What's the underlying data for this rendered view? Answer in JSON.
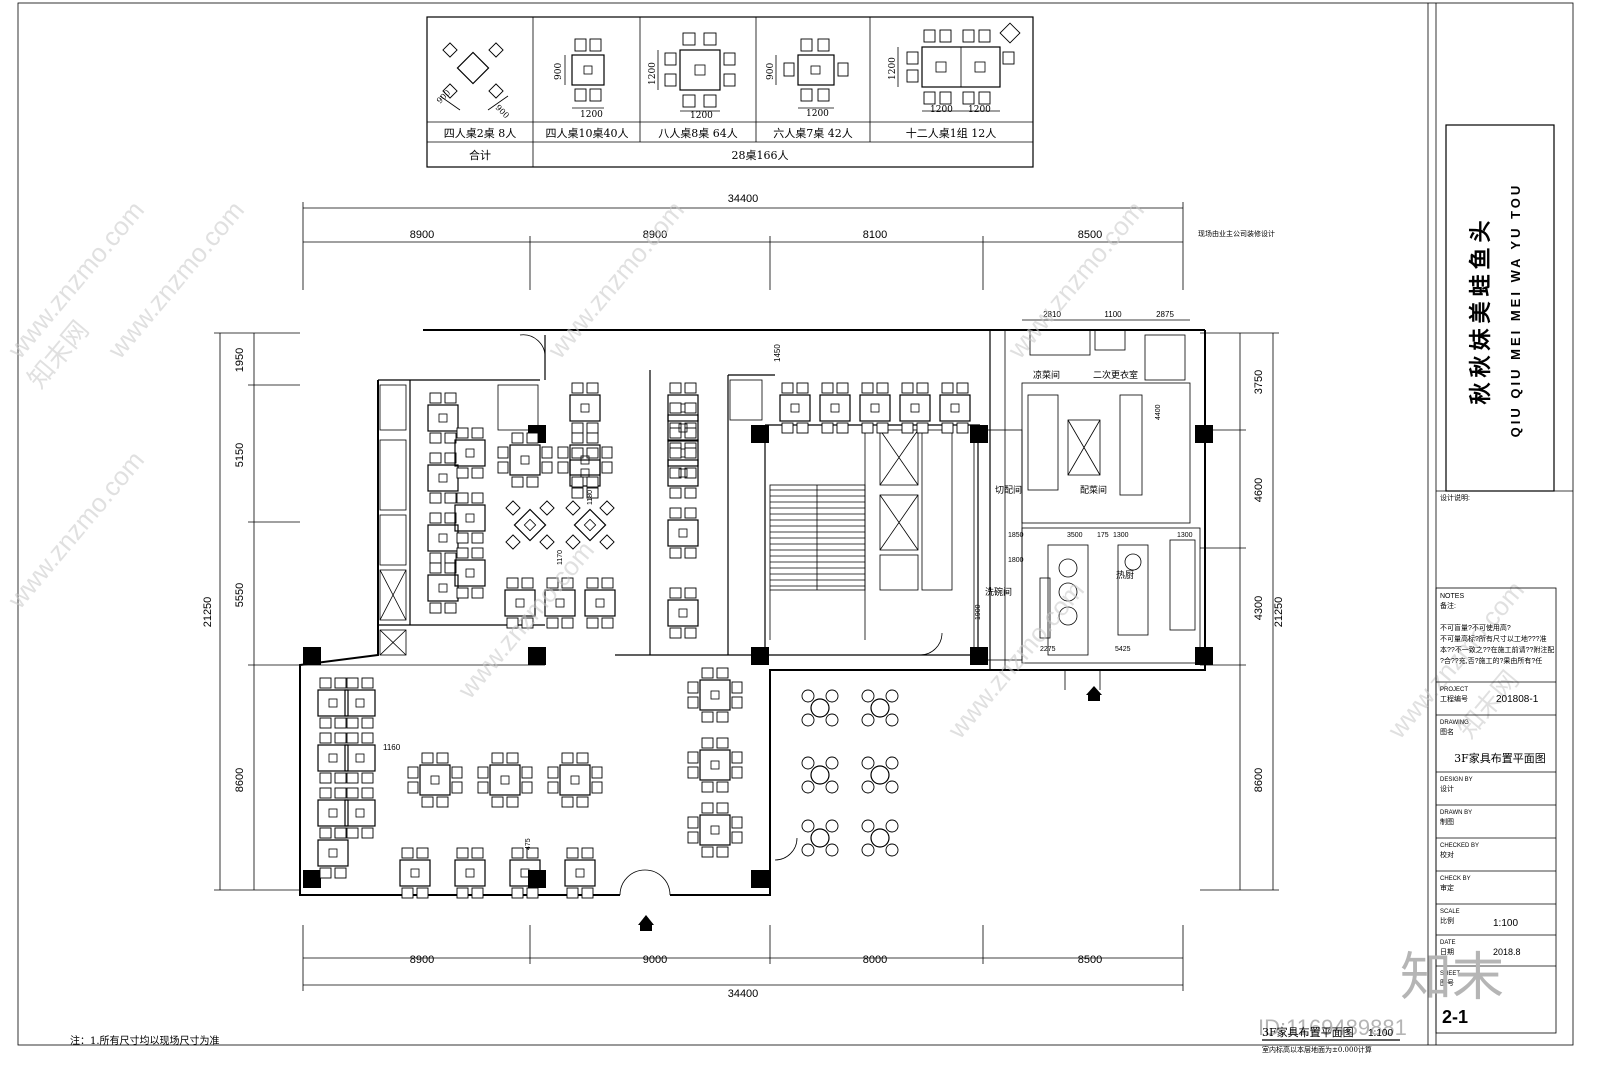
{
  "legend": {
    "tables": [
      {
        "caption": "四人桌2桌 8人",
        "dims": [
          "900",
          "900"
        ]
      },
      {
        "caption": "四人桌10桌40人",
        "dims": [
          "900",
          "1200"
        ]
      },
      {
        "caption": "八人桌8桌 64人",
        "dims": [
          "1200",
          "1200"
        ]
      },
      {
        "caption": "六人桌7桌 42人",
        "dims": [
          "900",
          "1200"
        ]
      },
      {
        "caption": "十二人桌1组 12人",
        "dims": [
          "1200",
          "1200",
          "1200"
        ]
      }
    ],
    "total_label": "合计",
    "total_value": "28桌166人"
  },
  "dimensions": {
    "top_overall": "34400",
    "top_segments": [
      "8900",
      "8900",
      "8100",
      "8500"
    ],
    "bottom_segments": [
      "8900",
      "9000",
      "8000",
      "8500"
    ],
    "bottom_overall": "34400",
    "left_segments": [
      "1950",
      "5150",
      "5550",
      "8600"
    ],
    "left_overall": "21250",
    "right_segments": [
      "3750",
      "4600",
      "4300",
      "8600"
    ],
    "right_overall": "21250",
    "kitchen_top": [
      "2810",
      "1100",
      "2875"
    ],
    "misc": [
      "1450",
      "1180",
      "1170",
      "1160",
      "475",
      "3500",
      "175",
      "1300",
      "1300",
      "5425",
      "2275",
      "4400",
      "1850",
      "1800",
      "1900"
    ],
    "top_note": "现场由业主公司装修设计"
  },
  "rooms": {
    "cold_dish": "凉菜间",
    "secondary_change": "二次更衣室",
    "prep": "配菜间",
    "cutting": "切配间",
    "hot_kitchen": "热厨",
    "dish_wash": "洗碗间"
  },
  "brand": {
    "title_cn": "秋秋妹美蛙鱼头",
    "title_en": "QIU QIU MEI MEI WA YU TOU"
  },
  "title_block": {
    "design_note_label": "设计说明:",
    "notes_label": "NOTES",
    "notes_sub": "备注:",
    "notes_lines": [
      "不可盲量?不可使用高?",
      "不可量高标?所有尺寸以工地???准",
      "本??不一致之??在施工前请??附注配",
      "?合??充,否?施工的?果由所有?任"
    ],
    "project_label": "PROJECT",
    "project_sub": "工程编号",
    "project_no": "201808-1",
    "drawing_label": "DRAWING",
    "drawing_sub": "图名",
    "drawing_name": "3F家具布置平面图",
    "design_label": "DESIGN BY",
    "design_sub": "设计",
    "drawn_label": "DRAWN BY",
    "drawn_sub": "制图",
    "checked_label": "CHECKED BY",
    "checked_sub": "校对",
    "check_label": "CHECK BY",
    "check_sub": "审定",
    "scale_label": "SCALE",
    "scale_sub": "比例",
    "scale": "1:100",
    "date_label": "DATE",
    "date_sub": "日期",
    "date": "2018.8",
    "sheet_label": "SHEET",
    "sheet_sub": "图号",
    "sheet_no": "2-1"
  },
  "plan_title": "3F家具布置平面图",
  "plan_scale": "1:100",
  "plan_level_note": "室内标高以本层地面为±0.000计算",
  "footnote": "注：1.所有尺寸均以现场尺寸为准",
  "watermark": "www.znzmo.com",
  "watermark_brand": "知末网",
  "corner_logo": "知末",
  "id_text": "ID:1169489881"
}
